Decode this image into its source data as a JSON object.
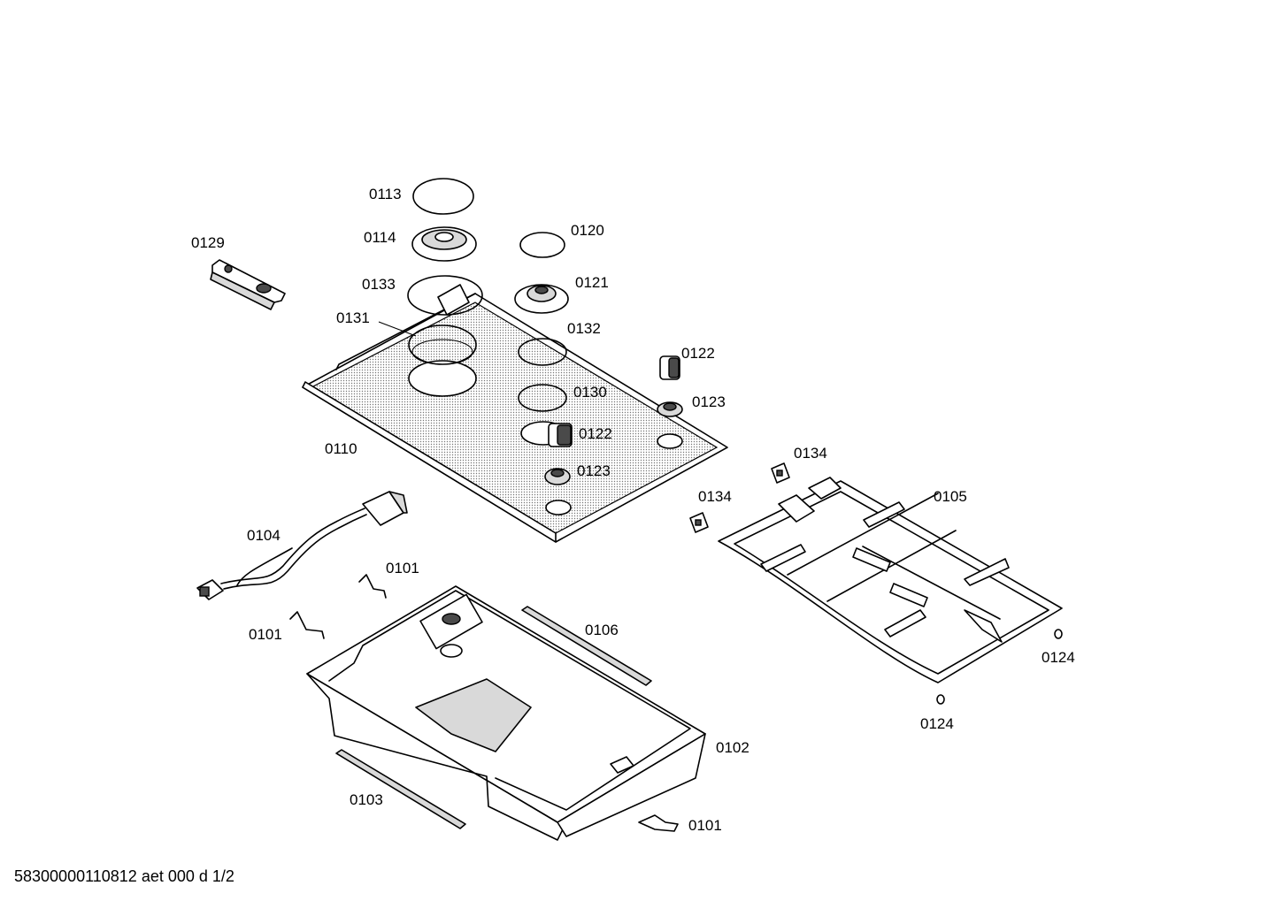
{
  "labels": {
    "l0113": "0113",
    "l0114": "0114",
    "l0120": "0120",
    "l0129": "0129",
    "l0133": "0133",
    "l0121": "0121",
    "l0131": "0131",
    "l0132": "0132",
    "l0122a": "0122",
    "l0130": "0130",
    "l0123a": "0123",
    "l0122b": "0122",
    "l0110": "0110",
    "l0134a": "0134",
    "l0123b": "0123",
    "l0134b": "0134",
    "l0105": "0105",
    "l0104": "0104",
    "l0101a": "0101",
    "l0106": "0106",
    "l0101b": "0101",
    "l0124a": "0124",
    "l0124b": "0124",
    "l0102": "0102",
    "l0103": "0103",
    "l0101c": "0101"
  },
  "footer": "58300000110812 aet 000 d 1/2"
}
